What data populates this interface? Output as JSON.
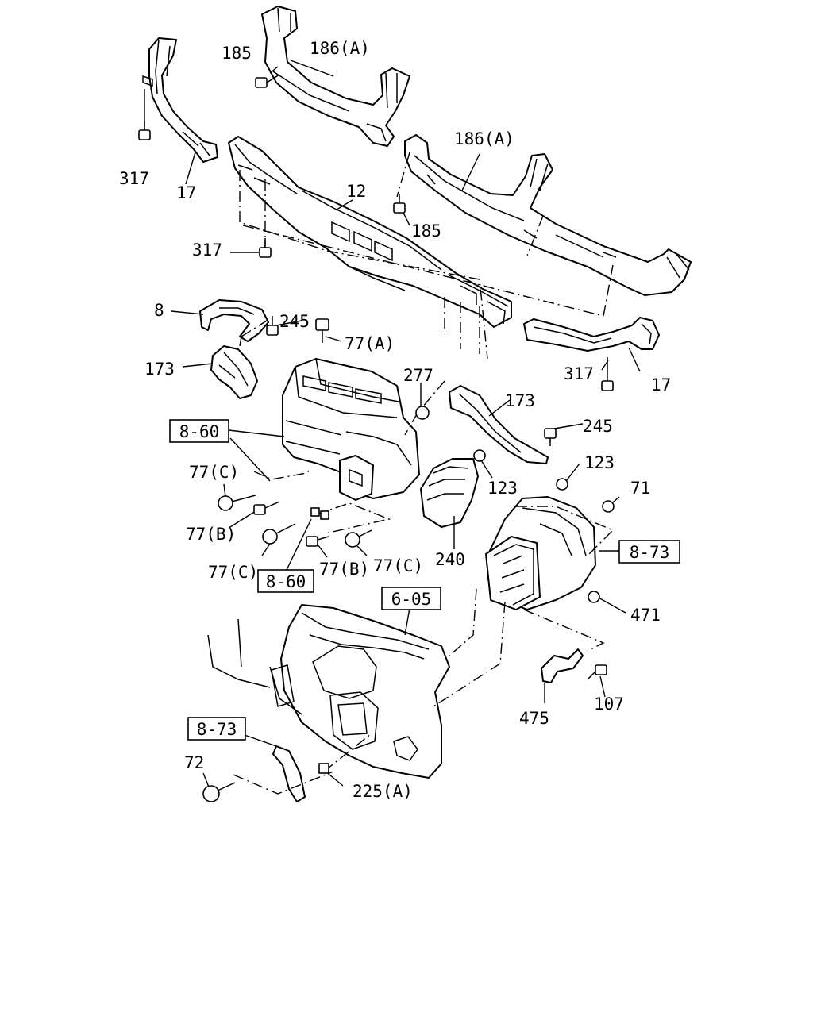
{
  "labels": {
    "l185a": "185",
    "l186a": "186(A)",
    "l317a": "317",
    "l17a": "17",
    "l186b": "186(A)",
    "l12": "12",
    "l185b": "185",
    "l317b": "317",
    "l8": "8",
    "l245a": "245",
    "l77a": "77(A)",
    "l173a": "173",
    "l277": "277",
    "l317c": "317",
    "l17b": "17",
    "l173b": "173",
    "l245b": "245",
    "l77c1": "77(C)",
    "l123a": "123",
    "l71": "71",
    "l123b": "123",
    "l77b1": "77(B)",
    "l240": "240",
    "l77c2": "77(C)",
    "l77b2": "77(B)",
    "l77c3": "77(C)",
    "l471": "471",
    "l475": "475",
    "l107": "107",
    "l72": "72",
    "l225a": "225(A)"
  },
  "reference_boxes": {
    "r860a": "8-60",
    "r860b": "8-60",
    "r873a": "8-73",
    "r605": "6-05",
    "r873b": "8-73"
  }
}
